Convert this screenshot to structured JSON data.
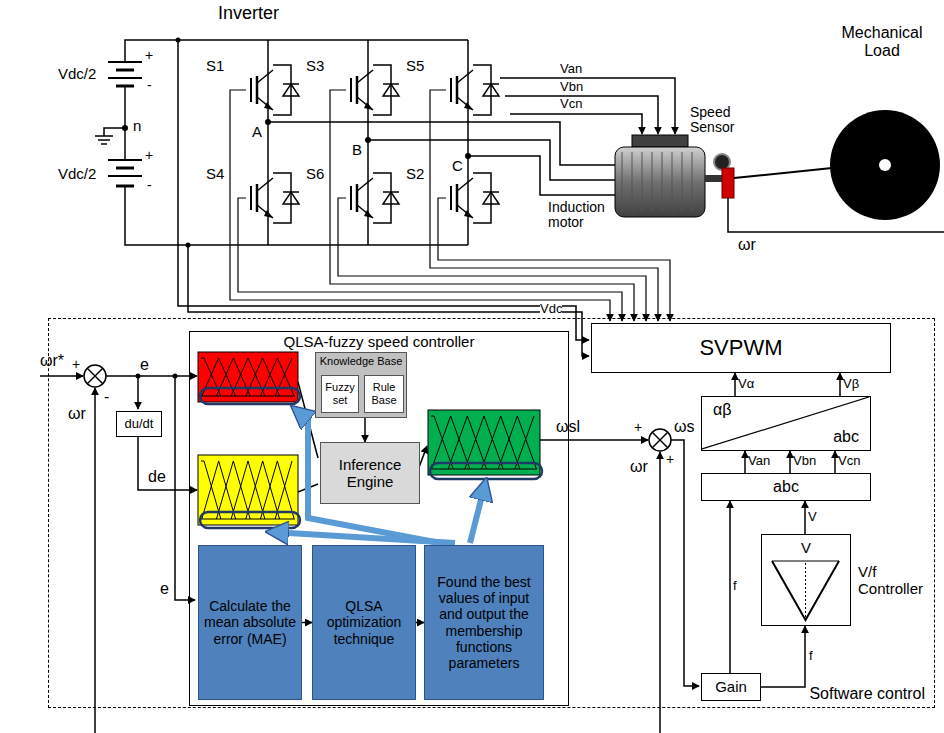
{
  "diagram": {
    "nodes": [
      {
        "text": [
          "Software control"
        ]
      },
      {
        "text": [
          "QLSA-fuzzy speed controller"
        ],
        "in": 0
      },
      {
        "text": [
          "Knowledge Base"
        ],
        "in": 1
      },
      {
        "text": [
          "Fuzzy set"
        ],
        "in": 2
      },
      {
        "text": [
          "Rule Base"
        ],
        "in": 2
      },
      {
        "text": [
          "Inference Engine"
        ],
        "in": 1
      },
      {
        "text": [
          "du/dt"
        ],
        "in": 0
      },
      {
        "text": [
          "Calculate the mean absolute error (MAE)"
        ],
        "in": 1
      },
      {
        "text": [
          "QLSA optimization technique"
        ],
        "in": 1
      },
      {
        "text": [
          "Found the best values of input and output the membership functions parameters"
        ],
        "in": 1
      },
      {
        "text": [
          "SVPWM"
        ],
        "in": 0
      },
      {
        "text": [
          "αβ",
          "abc"
        ],
        "in": 0
      },
      {
        "text": [
          "abc"
        ],
        "in": 0
      },
      {
        "text": [
          "V",
          "V/f Controller"
        ],
        "in": 0
      },
      {
        "text": [
          "Gain"
        ],
        "in": 0
      }
    ],
    "edges": [
      {
        "from": 7,
        "to": 8,
        "arrow": "to"
      },
      {
        "from": 8,
        "to": 9,
        "arrow": "to"
      },
      {
        "from": 2,
        "to": 5,
        "arrow": "to"
      },
      {
        "from": 12,
        "to": 11,
        "arrow": "to",
        "label": "Van"
      },
      {
        "from": 12,
        "to": 11,
        "arrow": "to",
        "label": "Vbn"
      },
      {
        "from": 12,
        "to": 11,
        "arrow": "to",
        "label": "Vcn"
      },
      {
        "from": 11,
        "to": 10,
        "arrow": "to",
        "label": "Vα"
      },
      {
        "from": 11,
        "to": 10,
        "arrow": "to",
        "label": "Vβ"
      },
      {
        "from": 13,
        "to": 12,
        "arrow": "to",
        "label": "V"
      },
      {
        "from": 14,
        "to": 12,
        "arrow": "to",
        "label": "f"
      },
      {
        "from": 14,
        "to": 13,
        "arrow": "to",
        "label": "f"
      }
    ],
    "labels": [
      "Inverter",
      "Vdc/2",
      "Vdc/2",
      "n",
      "+",
      "-",
      "+",
      "-",
      "S1",
      "S3",
      "S5",
      "S4",
      "S6",
      "S2",
      "A",
      "B",
      "C",
      "Van",
      "Vbn",
      "Vcn",
      "Induction motor",
      "Speed Sensor",
      "Mechanical Load",
      "ωr",
      "ωr*",
      "+",
      "-",
      "ωr",
      "e",
      "de",
      "e",
      "Vdc",
      "ωsl",
      "+",
      "ωr",
      "+",
      "ωs"
    ]
  }
}
